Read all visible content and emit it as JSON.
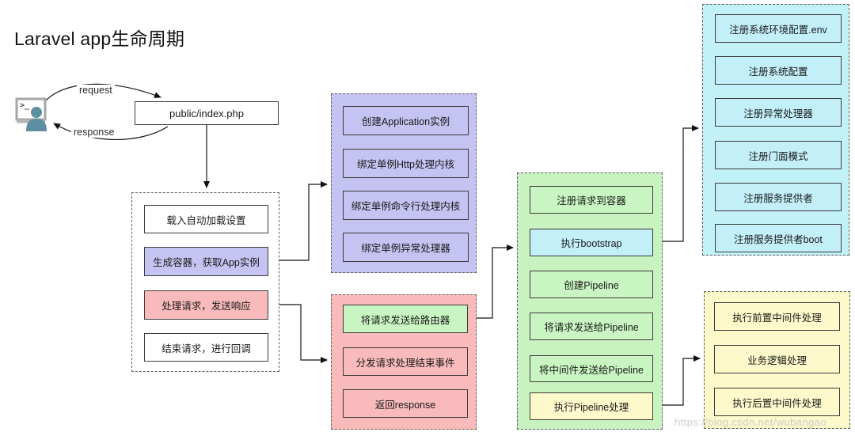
{
  "title": "Laravel app生命周期",
  "client": {
    "icon": "terminal-user-icon",
    "request_label": "request",
    "response_label": "response"
  },
  "entry_box": "public/index.php",
  "watermark": "https://blog.csdn.net/wubangao",
  "colors": {
    "purple": "#c5c3f1",
    "pink": "#f8baba",
    "green": "#c9f5c2",
    "cyan": "#c2eff8",
    "yellow": "#fdf9cb",
    "person_teal": "#5d8fa3",
    "arrow": "#111111"
  },
  "groups": {
    "main": {
      "items": [
        {
          "label": "载入自动加载设置",
          "fill": "white"
        },
        {
          "label": "生成容器，获取App实例",
          "fill": "purple"
        },
        {
          "label": "处理请求，发送响应",
          "fill": "pink"
        },
        {
          "label": "结束请求，进行回调",
          "fill": "white"
        }
      ]
    },
    "purple": {
      "items": [
        {
          "label": "创建Application实例",
          "fill": "purple"
        },
        {
          "label": "绑定单例Http处理内核",
          "fill": "purple"
        },
        {
          "label": "绑定单例命令行处理内核",
          "fill": "purple"
        },
        {
          "label": "绑定单例异常处理器",
          "fill": "purple"
        }
      ]
    },
    "pink": {
      "items": [
        {
          "label": "将请求发送给路由器",
          "fill": "green"
        },
        {
          "label": "分发请求处理结束事件",
          "fill": "pink"
        },
        {
          "label": "返回response",
          "fill": "pink"
        }
      ]
    },
    "green": {
      "items": [
        {
          "label": "注册请求到容器",
          "fill": "green"
        },
        {
          "label": "执行bootstrap",
          "fill": "cyan"
        },
        {
          "label": "创建Pipeline",
          "fill": "green"
        },
        {
          "label": "将请求发送给Pipeline",
          "fill": "green"
        },
        {
          "label": "将中间件发送给Pipeline",
          "fill": "green"
        },
        {
          "label": "执行Pipeline处理",
          "fill": "yellow"
        }
      ]
    },
    "cyan": {
      "items": [
        {
          "label": "注册系统环境配置.env",
          "fill": "cyan"
        },
        {
          "label": "注册系统配置",
          "fill": "cyan"
        },
        {
          "label": "注册异常处理器",
          "fill": "cyan"
        },
        {
          "label": "注册门面模式",
          "fill": "cyan"
        },
        {
          "label": "注册服务提供者",
          "fill": "cyan"
        },
        {
          "label": "注册服务提供者boot",
          "fill": "cyan"
        }
      ]
    },
    "yellow": {
      "items": [
        {
          "label": "执行前置中间件处理",
          "fill": "yellow"
        },
        {
          "label": "业务逻辑处理",
          "fill": "yellow"
        },
        {
          "label": "执行后置中间件处理",
          "fill": "yellow"
        }
      ]
    }
  }
}
